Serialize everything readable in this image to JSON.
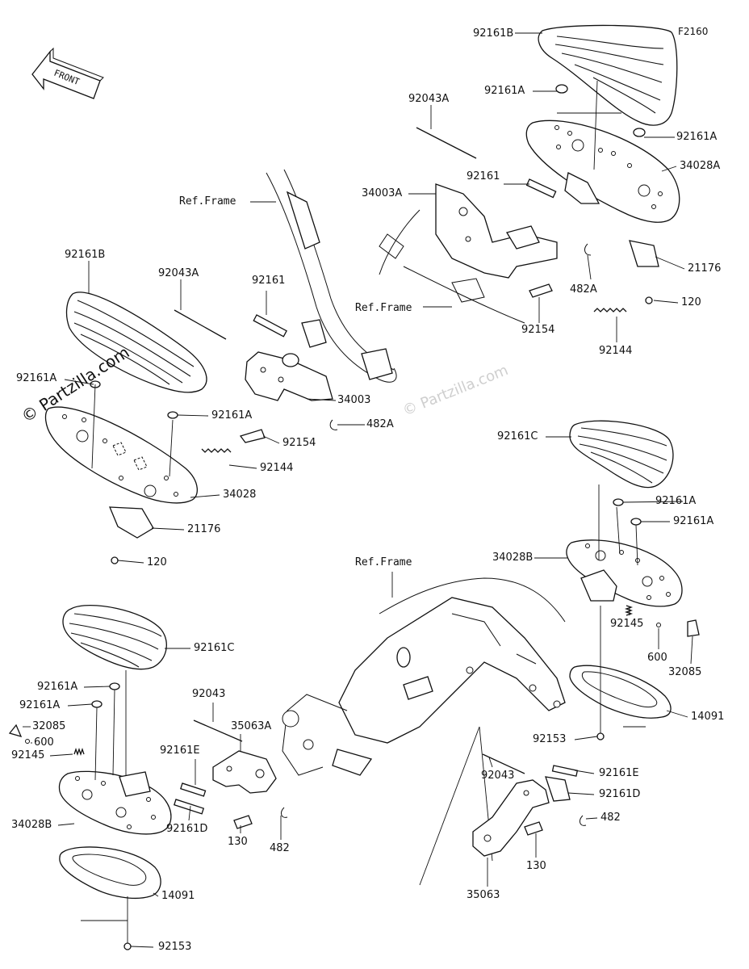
{
  "diagram_code": "F2160",
  "front_arrow_text": "FRONT",
  "watermark_main": "© Partzilla.com",
  "watermark_faint": "© Partzilla.com",
  "ref_frame_labels": [
    "Ref.Frame",
    "Ref.Frame",
    "Ref.Frame"
  ],
  "labels": {
    "tr_92161B": "92161B",
    "tr_92043A": "92043A",
    "tr_92161A_a": "92161A",
    "tr_92161A_b": "92161A",
    "tr_34028A": "34028A",
    "tr_92161": "92161",
    "tr_34003A": "34003A",
    "tr_21176": "21176",
    "tr_482A": "482A",
    "tr_120": "120",
    "tr_92154": "92154",
    "tr_92144": "92144",
    "tl_92161B": "92161B",
    "tl_92043A": "92043A",
    "tl_92161": "92161",
    "tl_92161A_a": "92161A",
    "tl_92161A_b": "92161A",
    "tl_34003": "34003",
    "tl_482A": "482A",
    "tl_92154": "92154",
    "tl_92144": "92144",
    "tl_34028": "34028",
    "tl_21176": "21176",
    "tl_120": "120",
    "mr_92161C": "92161C",
    "mr_92161A_a": "92161A",
    "mr_92161A_b": "92161A",
    "mr_34028B": "34028B",
    "mr_92145": "92145",
    "mr_600": "600",
    "mr_32085": "32085",
    "mr_14091": "14091",
    "mr_92153": "92153",
    "bl_92161C": "92161C",
    "bl_92161A_a": "92161A",
    "bl_92161A_b": "92161A",
    "bl_32085": "32085",
    "bl_600": "600",
    "bl_92145": "92145",
    "bl_34028B": "34028B",
    "bl_14091": "14091",
    "bl_92153": "92153",
    "bc_92043": "92043",
    "bc_35063A": "35063A",
    "bc_92161E": "92161E",
    "bc_92161D": "92161D",
    "bc_130": "130",
    "bc_482": "482",
    "br_92043": "92043",
    "br_92161E": "92161E",
    "br_92161D": "92161D",
    "br_482": "482",
    "br_130": "130",
    "br_35063": "35063"
  }
}
